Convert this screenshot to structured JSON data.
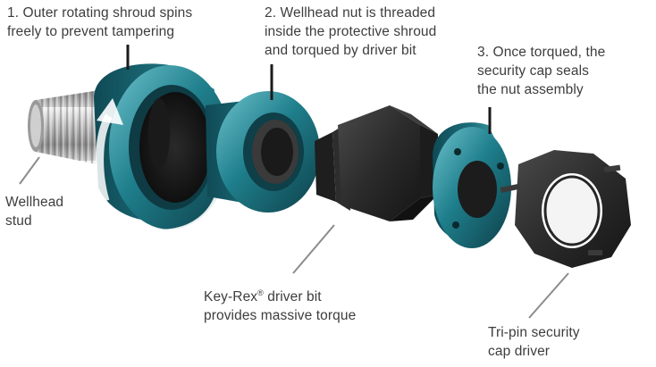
{
  "callouts": {
    "shroud": {
      "line1": "1. Outer rotating shroud spins",
      "line2": "freely to prevent tampering"
    },
    "nut": {
      "line1": "2. Wellhead nut is threaded",
      "line2": "inside the protective shroud",
      "line3": "and torqued by driver bit"
    },
    "cap": {
      "line1": "3. Once torqued, the",
      "line2": "security cap seals",
      "line3": "the nut assembly"
    },
    "stud": {
      "line1": "Wellhead",
      "line2": "stud"
    },
    "driver_bit": {
      "line1_a": "Key-Rex",
      "line1_sup": "®",
      "line1_b": " driver bit",
      "line2": "provides massive torque"
    },
    "cap_driver": {
      "line1": "Tri-pin security",
      "line2": "cap driver"
    }
  },
  "colors": {
    "teal": "#1f7f8c",
    "teal_dark": "#0f4a55",
    "teal_light": "#5fb3bf",
    "black_part": "#2b2b2b",
    "leader": "#8c8c8c"
  }
}
